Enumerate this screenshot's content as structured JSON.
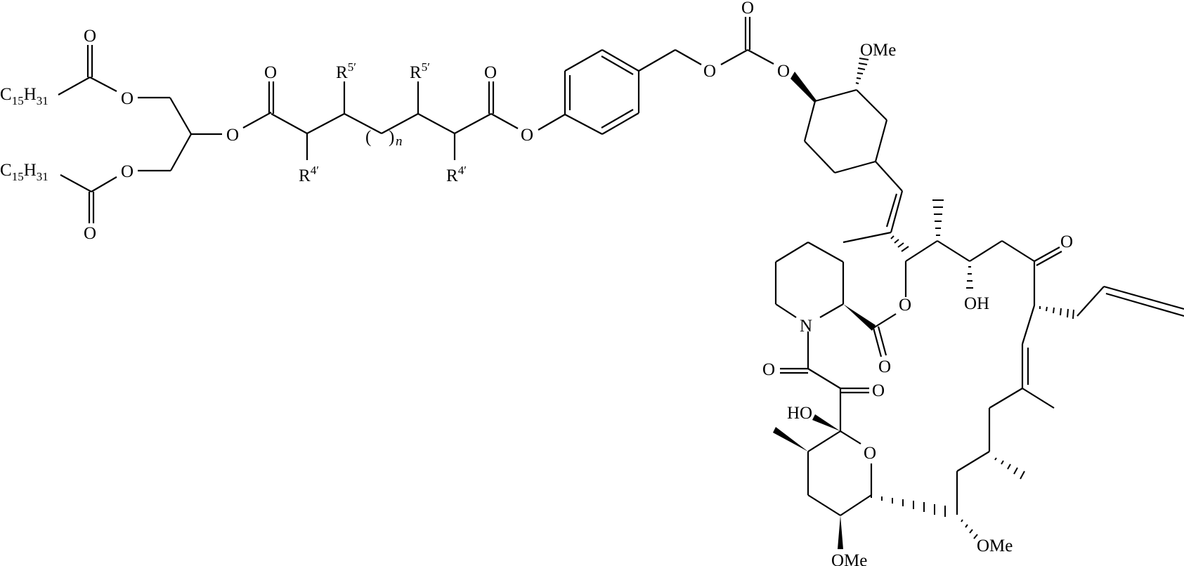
{
  "figure": {
    "type": "chemical-structure",
    "description": "Rapamycin-derived prodrug: 1,3-dipalmitoyl glycerol ester linked via diacid linker to p-hydroxybenzyl carbonate at rapamycin 40-O position",
    "background": "#ffffff",
    "line_color": "#000000"
  },
  "labels": {
    "c15h31_top": {
      "main": "C",
      "sub1": "15",
      "mid": "H",
      "sub2": "31"
    },
    "c15h31_bottom": {
      "main": "C",
      "sub1": "15",
      "mid": "H",
      "sub2": "31"
    },
    "o_ester1_carbonyl": "O",
    "o_ester1_link": "O",
    "o_ester2_carbonyl": "O",
    "o_ester2_link": "O",
    "o_glycerol_sn2": "O",
    "o_linker_carbonyl_left": "O",
    "r5_left": {
      "main": "R",
      "sup": "5′"
    },
    "r5_right": {
      "main": "R",
      "sup": "5′"
    },
    "r4_left": {
      "main": "R",
      "sup": "4′"
    },
    "r4_right": {
      "main": "R",
      "sup": "4′"
    },
    "repeat_n": "n",
    "repeat_paren_open": "(",
    "repeat_paren_close": ")",
    "o_linker_carbonyl_right": "O",
    "o_phenyl_ester": "O",
    "o_benzyl": "O",
    "o_carbonate_carbonyl": "O",
    "o_carbonate_link": "O",
    "ome_cyclohexyl": "OMe",
    "n_pipecolate": "N",
    "o_macrolactone": "O",
    "o_lactone_carbonyl": "O",
    "oh_c28": "OH",
    "o_ketone_c32": "O",
    "o_amide_carbonyl": "O",
    "o_ketoamide_carbonyl": "O",
    "ho_hemiketal": "HO",
    "o_pyran": "O",
    "ome_c16": "OMe",
    "ome_pyran": "OMe"
  },
  "substituents": {
    "R4_prime": "R4′",
    "R5_prime": "R5′",
    "repeat_unit": "n",
    "fatty_chains": "C15H31"
  }
}
